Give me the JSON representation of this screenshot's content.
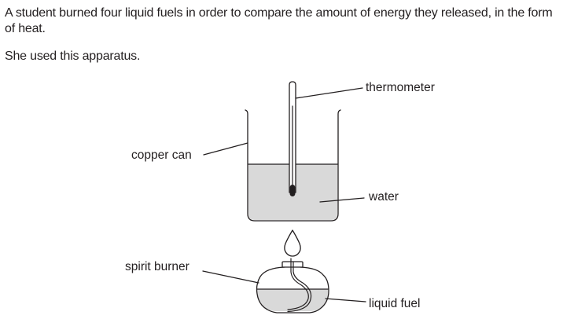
{
  "question": {
    "intro": "A student burned four liquid fuels in order to compare the amount of energy they released, in the form of heat.",
    "instruction": "She used this apparatus."
  },
  "diagram": {
    "labels": {
      "thermometer": "thermometer",
      "copper_can": "copper can",
      "water": "water",
      "spirit_burner": "spirit burner",
      "liquid_fuel": "liquid fuel"
    },
    "colors": {
      "line": "#231f20",
      "liquid_fill": "#d9d9d9"
    }
  }
}
